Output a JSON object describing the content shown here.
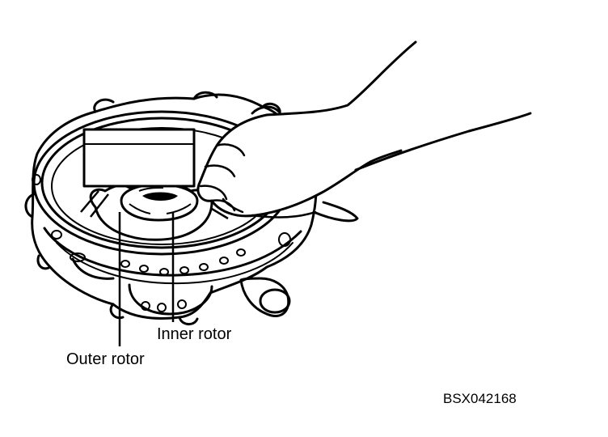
{
  "figure": {
    "callouts": {
      "inner_rotor": "Inner rotor",
      "outer_rotor": "Outer rotor"
    },
    "figure_code": "BSX042168",
    "line_color": "#000000",
    "background_color": "#ffffff"
  }
}
